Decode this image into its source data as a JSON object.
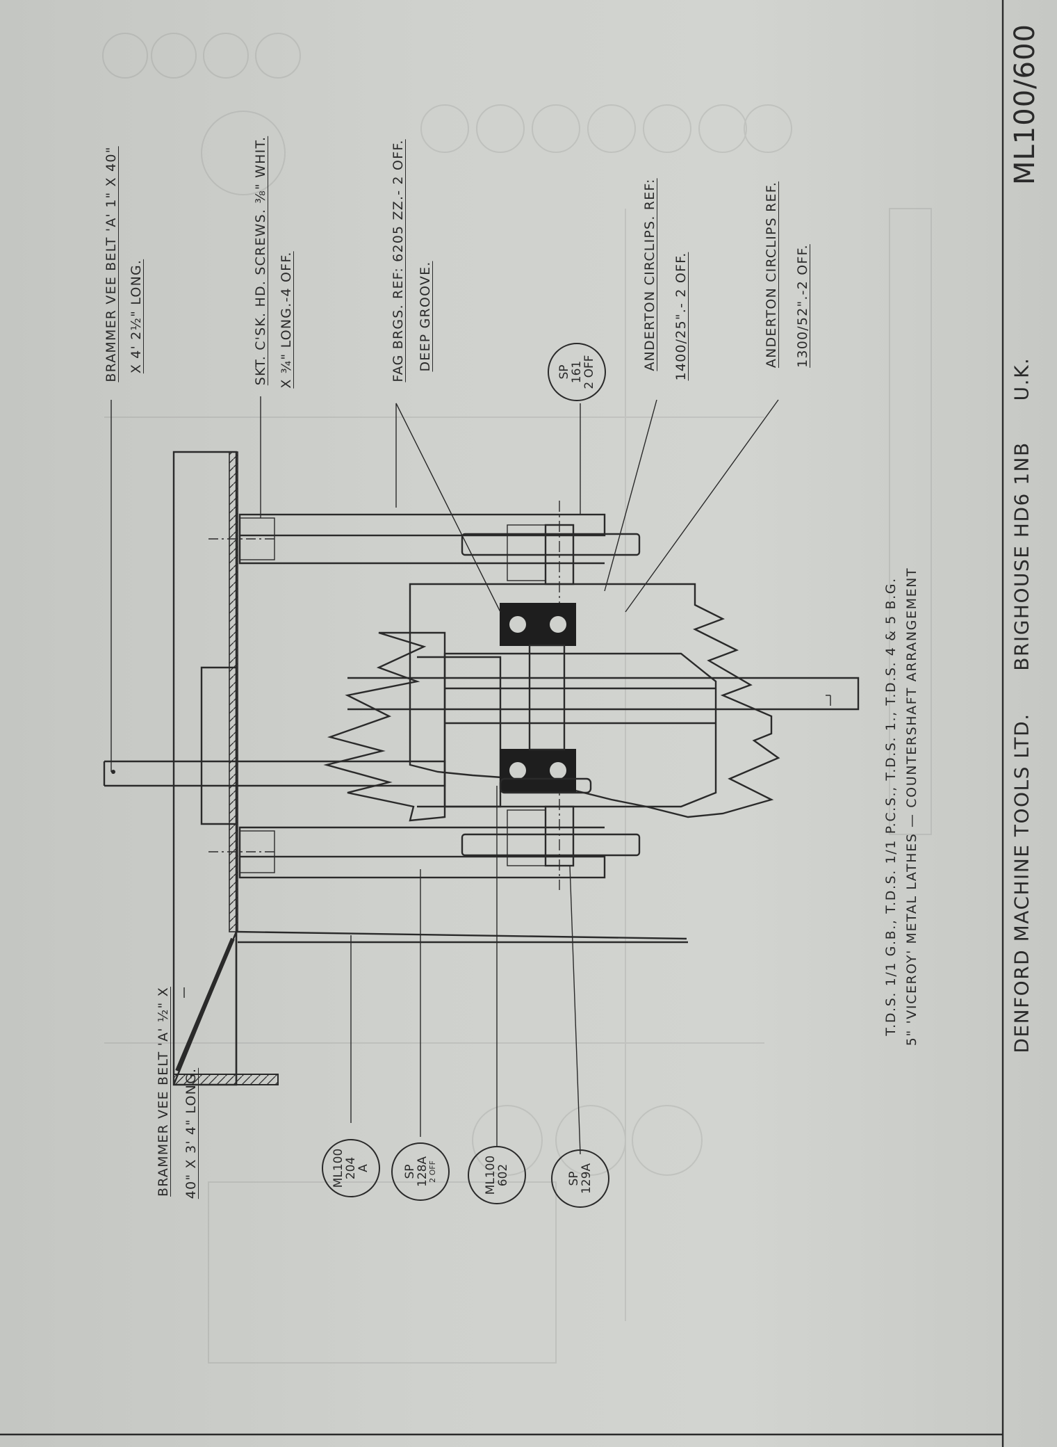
{
  "notes": {
    "brammer_top_1": "BRAMMER VEE BELT 'A' 1\" X 40\"",
    "brammer_top_2": "X 4' 2½\" LONG.",
    "screws_1": "SKT. C'SK. HD. SCREWS. ⅜\" WHIT.",
    "screws_2": "X ¾\" LONG.-4 OFF.",
    "fag_1": "FAG BRGS. REF: 6205 ZZ.- 2 OFF.",
    "fag_2": "DEEP GROOVE.",
    "anderton1_1": "ANDERTON CIRCLIPS. REF:",
    "anderton1_2": "1400/25\".- 2 OFF.",
    "anderton2_1": "ANDERTON CIRCLIPS REF.",
    "anderton2_2": "1300/52\".-2 OFF.",
    "brammer_bottom_1": "BRAMMER VEE BELT 'A' ½\" X",
    "brammer_bottom_2": "40\" X 3' 4\" LONG."
  },
  "bubbles": {
    "sp161": "SP\n161\n2 OFF",
    "ml100_204a": "ML100\n204\nA",
    "sp128a": "SP\n128A",
    "sp128a_qty": "2 OFF",
    "ml100_602": "ML100\n602",
    "sp129a": "SP\n129A"
  },
  "caption": {
    "line1": "T.D.S. 1/1 G.B., T.D.S. 1/1 P.C.S., T.D.S. 1., T.D.S. 4 & 5 B.G.",
    "line2": "5\" 'VICEROY' METAL LATHES — COUNTERSHAFT ARRANGEMENT"
  },
  "footer": {
    "company": "DENFORD MACHINE TOOLS LTD.",
    "address": "BRIGHOUSE HD6 1NB",
    "country": "U.K.",
    "drawing_no": "ML100/600"
  }
}
